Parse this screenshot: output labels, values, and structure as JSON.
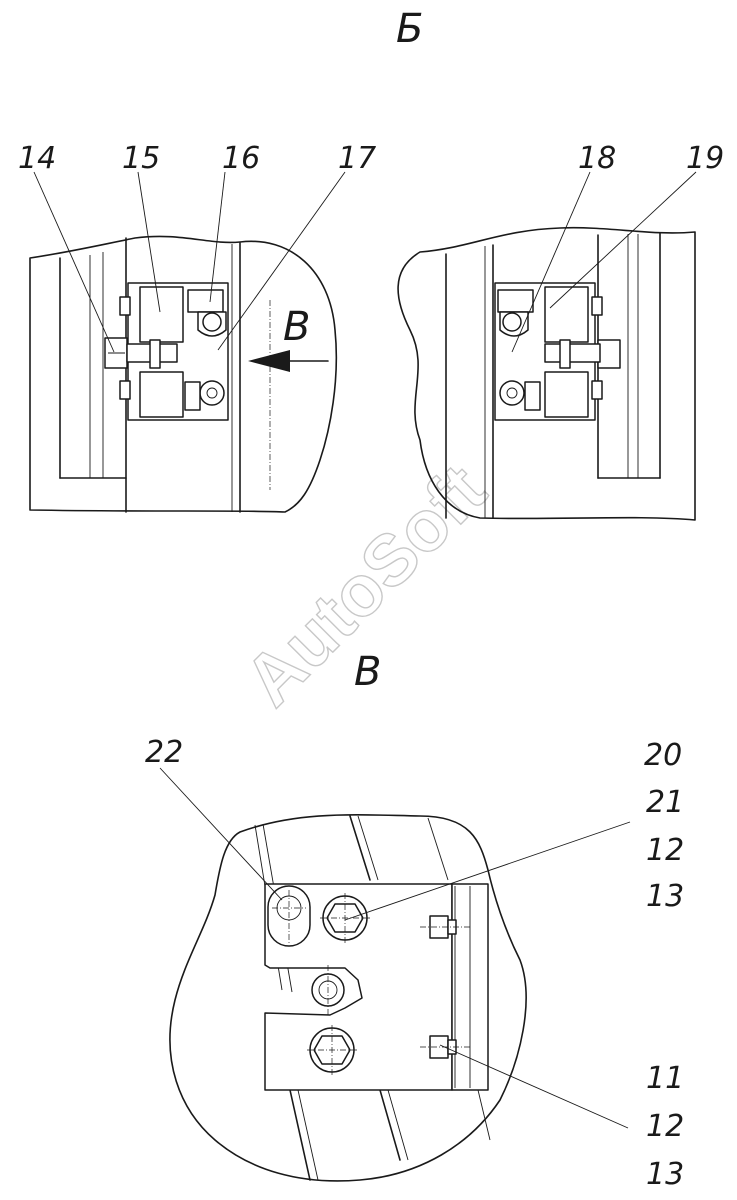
{
  "views": {
    "b_title": "Б",
    "v_title": "В",
    "v_arrow_label": "В"
  },
  "watermark": "AutoSoft",
  "callouts": {
    "c14": "14",
    "c15": "15",
    "c16": "16",
    "c17": "17",
    "c18": "18",
    "c19": "19",
    "c20": "20",
    "c21": "21",
    "c12a": "12",
    "c13a": "13",
    "c22": "22",
    "c11": "11",
    "c12b": "12",
    "c13b": "13"
  }
}
